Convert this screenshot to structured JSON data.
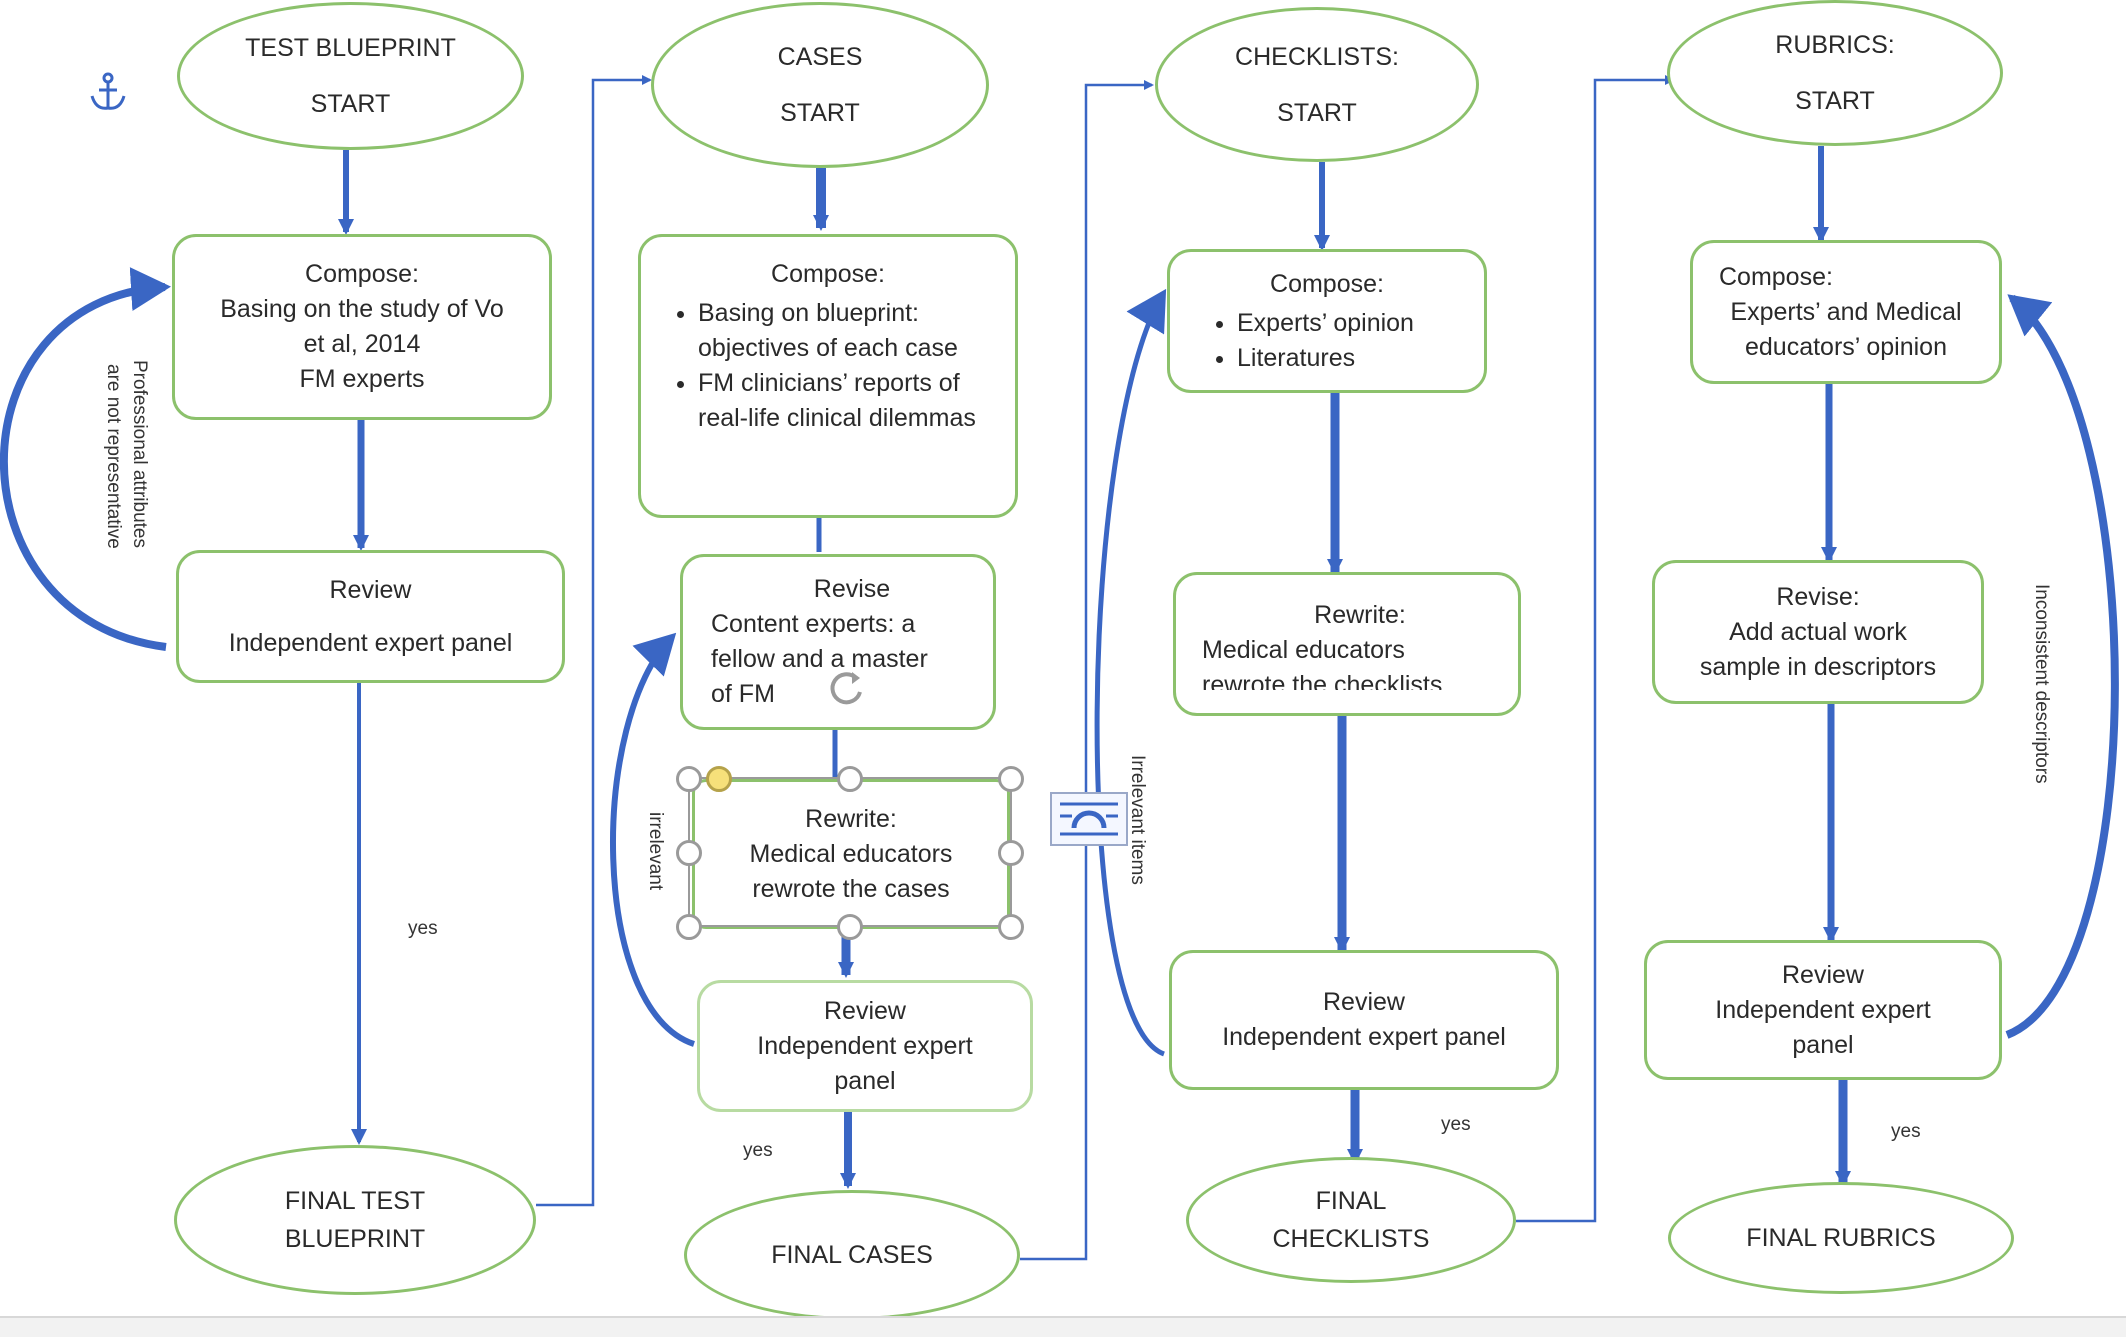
{
  "colors": {
    "node_border": "#8cc16c",
    "arrow": "#3a66c4",
    "text": "#2a2a2a"
  },
  "anchor_icon": "anchor-icon",
  "columns": {
    "blueprint": {
      "start_line1": "TEST BLUEPRINT",
      "start_line2": "START",
      "compose": {
        "l1": "Compose:",
        "l2": "Basing on the study of Vo",
        "l3": "et al, 2014",
        "l4": "FM experts"
      },
      "review": {
        "l1": "Review",
        "l2": "Independent expert panel"
      },
      "final_l1": "FINAL TEST",
      "final_l2": "BLUEPRINT",
      "feedback_label_l1": "Professional attributes",
      "feedback_label_l2": "are not representative",
      "yes_label": "yes"
    },
    "cases": {
      "start_line1": "CASES",
      "start_line2": "START",
      "compose": {
        "title": "Compose:",
        "bullet1": "Basing on blueprint: objectives of each case",
        "bullet2": "FM clinicians’ reports of real-life clinical dilemmas"
      },
      "revise": {
        "l1": "Revise",
        "l2": "Content experts: a",
        "l3": "fellow and a master",
        "l4": "of FM"
      },
      "rewrite": {
        "l1": "Rewrite:",
        "l2": "Medical educators",
        "l3": "rewrote the cases"
      },
      "review": {
        "l1": "Review",
        "l2": "Independent expert",
        "l3": "panel"
      },
      "final_label": "FINAL CASES",
      "feedback_label": "irrelevant",
      "yes_label": "yes"
    },
    "checklists": {
      "start_line1": "CHECKLISTS:",
      "start_line2": "START",
      "compose": {
        "title": "Compose:",
        "bullet1": "Experts’ opinion",
        "bullet2": "Literatures"
      },
      "rewrite": {
        "l1": "Rewrite:",
        "l2": "Medical educators",
        "l3": "rewrote the checklists"
      },
      "review": {
        "l1": "Review",
        "l2": "Independent expert panel"
      },
      "final_l1": "FINAL",
      "final_l2": "CHECKLISTS",
      "feedback_label": "Irrelevant items",
      "yes_label": "yes"
    },
    "rubrics": {
      "start_line1": "RUBRICS:",
      "start_line2": "START",
      "compose": {
        "l1": "Compose:",
        "l2": "Experts’ and Medical",
        "l3": "educators’ opinion"
      },
      "revise": {
        "l1": "Revise:",
        "l2": "Add actual work",
        "l3": "sample in descriptors"
      },
      "review": {
        "l1": "Review",
        "l2": "Independent expert",
        "l3": "panel"
      },
      "final_label": "FINAL RUBRICS",
      "feedback_label": "Inconsistent descriptors",
      "yes_label": "yes"
    }
  }
}
